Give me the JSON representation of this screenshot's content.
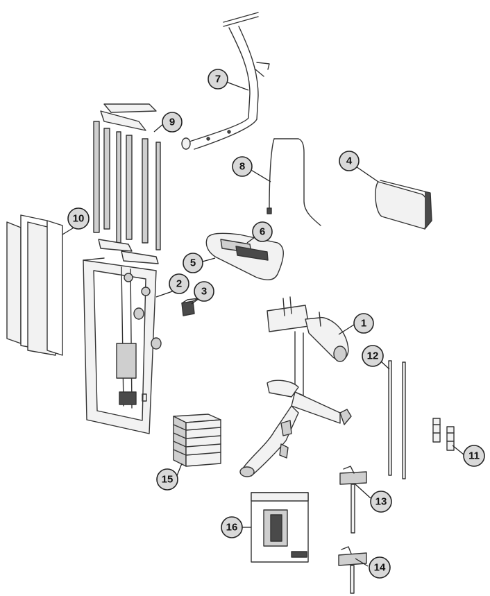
{
  "callouts": {
    "c1": "1",
    "c2": "2",
    "c3": "3",
    "c4": "4",
    "c5": "5",
    "c6": "6",
    "c7": "7",
    "c8": "8",
    "c9": "9",
    "c10": "10",
    "c11": "11",
    "c12": "12",
    "c13": "13",
    "c14": "14",
    "c15": "15",
    "c16": "16"
  },
  "colors": {
    "line": "#333333",
    "callout_fill": "#d9d9d9",
    "background": "#ffffff"
  }
}
